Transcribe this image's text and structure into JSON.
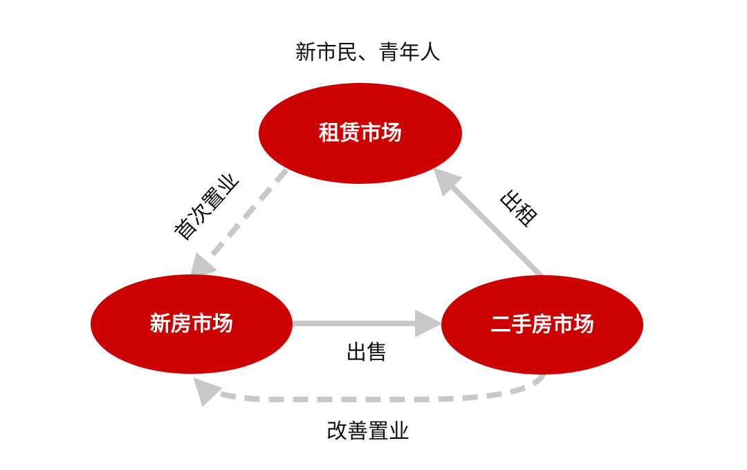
{
  "header": {
    "label": "新市民、青年人"
  },
  "nodes": {
    "rental": {
      "label": "租赁市场"
    },
    "new_house": {
      "label": "新房市场"
    },
    "second_hand": {
      "label": "二手房市场"
    }
  },
  "edges": {
    "first_purchase": {
      "label": "首次置业",
      "from": "rental",
      "to": "new_house",
      "style": "dashed"
    },
    "rent_out": {
      "label": "出租",
      "from": "second_hand",
      "to": "rental",
      "style": "solid"
    },
    "sale": {
      "label": "出售",
      "from": "new_house",
      "to": "second_hand",
      "style": "solid"
    },
    "upgrade_purchase": {
      "label": "改善置业",
      "from": "second_hand",
      "to": "new_house",
      "style": "dashed"
    }
  },
  "colors": {
    "node_fill": "#cc0000",
    "node_text": "#ffffff",
    "arrow": "#c8c8c8",
    "text": "#111111"
  }
}
